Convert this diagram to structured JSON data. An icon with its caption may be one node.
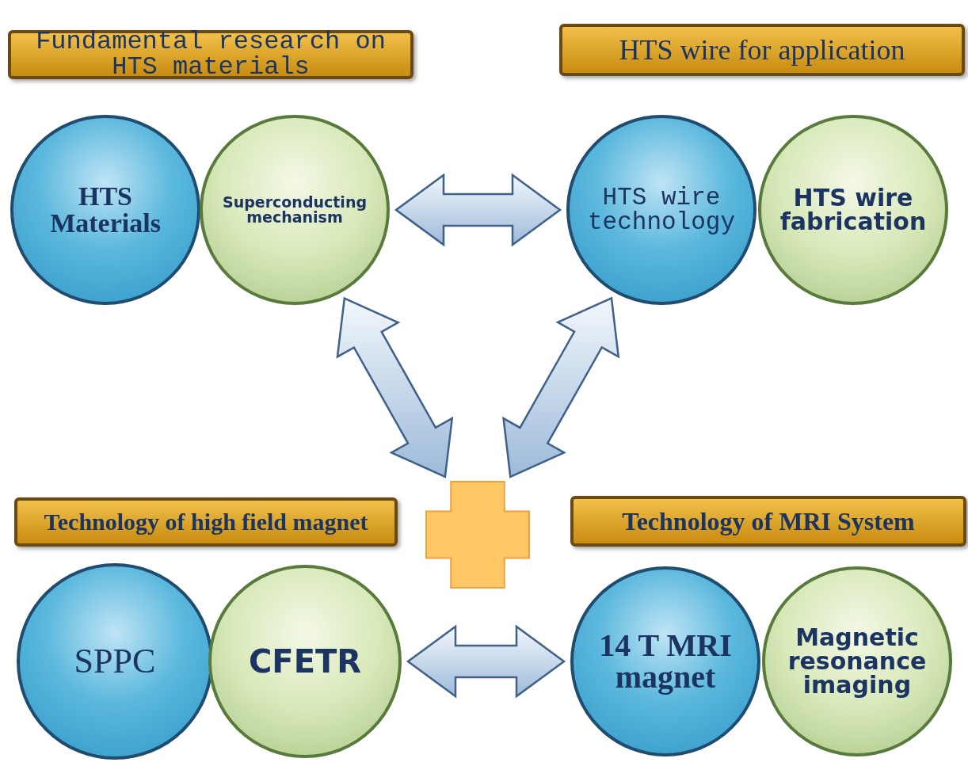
{
  "diagram": {
    "nodes": [
      {
        "text": [
          "Fundamental research on HTS materials"
        ]
      },
      {
        "text": [
          "HTS wire for application"
        ]
      },
      {
        "text": [
          "HTS Materials"
        ]
      },
      {
        "text": [
          "Superconducting mechanism"
        ]
      },
      {
        "text": [
          "HTS wire technology"
        ]
      },
      {
        "text": [
          "HTS wire fabrication"
        ]
      },
      {
        "text": [],
        "shape": "cross"
      },
      {
        "text": [
          "Technology of high field magnet"
        ]
      },
      {
        "text": [
          "Technology of MRI System"
        ]
      },
      {
        "text": [
          "SPPC"
        ]
      },
      {
        "text": [
          "CFETR"
        ]
      },
      {
        "text": [
          "14 T MRI magnet"
        ]
      },
      {
        "text": [
          "Magnetic resonance imaging"
        ]
      }
    ],
    "edges": [
      {
        "from": 3,
        "to": 4,
        "arrow": "both"
      },
      {
        "from": 3,
        "to": 6,
        "arrow": "both"
      },
      {
        "from": 4,
        "to": 6,
        "arrow": "both"
      },
      {
        "from": 10,
        "to": 11,
        "arrow": "both"
      }
    ]
  }
}
